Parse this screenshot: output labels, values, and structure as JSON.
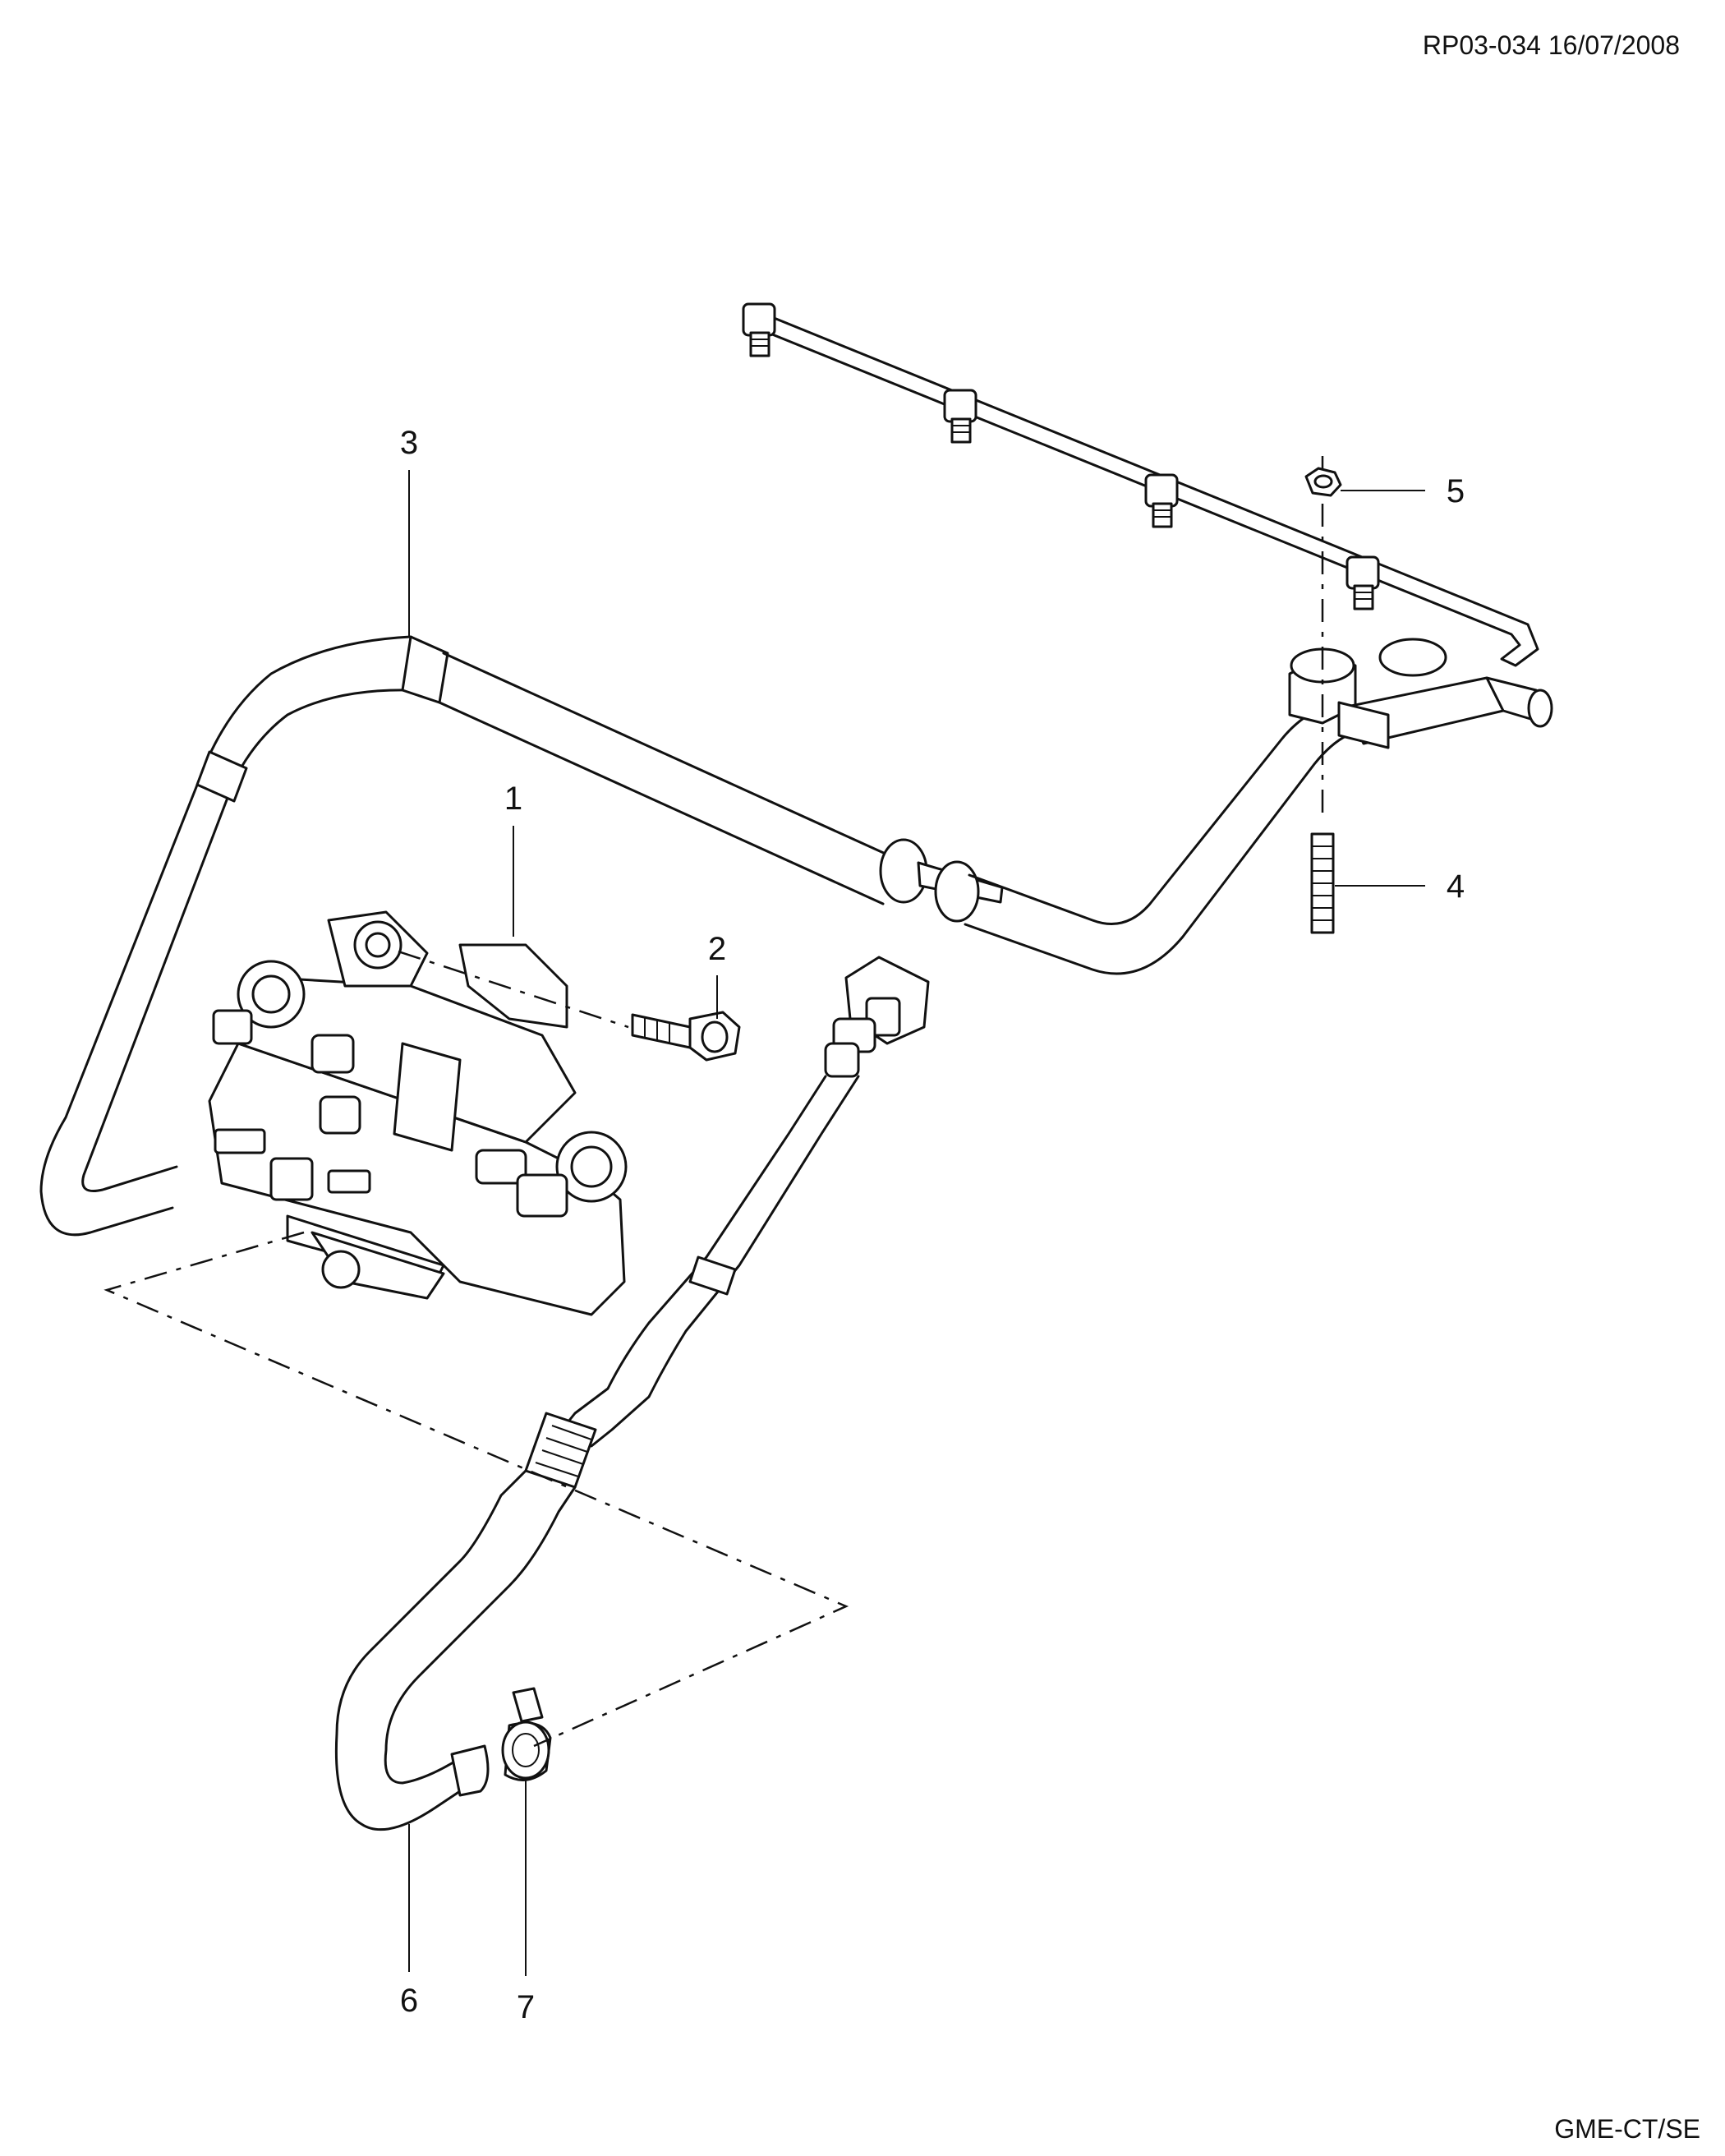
{
  "header": {
    "reference": "RP03-034 16/07/2008"
  },
  "footer": {
    "code": "GME-CT/SE"
  },
  "callouts": [
    {
      "id": "c1",
      "label": "1"
    },
    {
      "id": "c2",
      "label": "2"
    },
    {
      "id": "c3",
      "label": "3"
    },
    {
      "id": "c4",
      "label": "4"
    },
    {
      "id": "c5",
      "label": "5"
    },
    {
      "id": "c6",
      "label": "6"
    },
    {
      "id": "c7",
      "label": "7"
    }
  ],
  "colors": {
    "line": "#111111",
    "background": "#ffffff"
  }
}
